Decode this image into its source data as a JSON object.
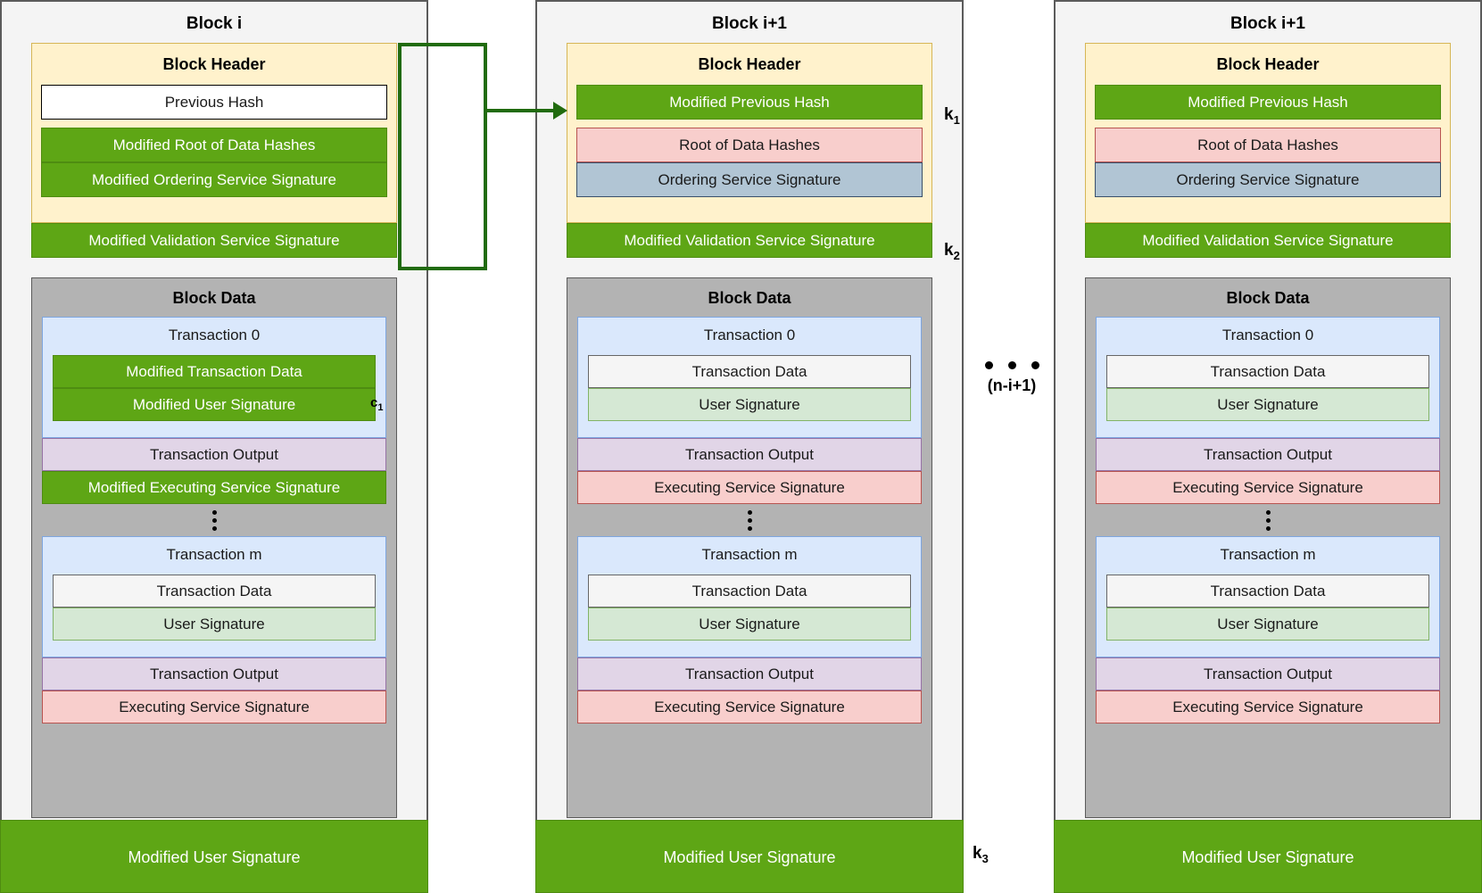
{
  "diagram": {
    "connector": {
      "name": "tamper-propagation-arrow",
      "color": "#216b0f"
    },
    "annotations": {
      "k1": "k₁",
      "k2": "k₂",
      "k3": "k₃",
      "c1": "c₁",
      "repeat_count": "(n-i+1)"
    },
    "colors": {
      "modified": "#5ea615",
      "header_bg": "#fff2cc",
      "data_bg": "#b3b3b3",
      "transaction_bg": "#dae8fc",
      "root_hash": "#f8cecc",
      "ordering_sig": "#b1c5d4",
      "user_sig": "#d5e8d4",
      "tx_output": "#e1d5e7",
      "tx_data": "#f5f5f5",
      "block_bg": "#f4f4f4"
    }
  },
  "blocks": [
    {
      "title": "Block i",
      "header": {
        "label": "Block Header",
        "rows": [
          {
            "text": "Previous Hash",
            "style": "white"
          },
          {
            "text": "Modified Root of Data Hashes",
            "style": "green"
          },
          {
            "text": "Modified Ordering Service Signature",
            "style": "green"
          }
        ]
      },
      "validation_signature": "Modified Validation Service Signature",
      "data": {
        "label": "Block Data",
        "transactions": [
          {
            "title": "Transaction 0",
            "rows": [
              {
                "text": "Modified Transaction Data",
                "style": "green"
              },
              {
                "text": "Modified User Signature",
                "style": "green"
              }
            ],
            "output": "Transaction Output",
            "executing_signature": "Modified Executing Service Signature",
            "executing_style": "green"
          },
          {
            "title": "Transaction m",
            "rows": [
              {
                "text": "Transaction Data",
                "style": "gray"
              },
              {
                "text": "User Signature",
                "style": "lightgreen"
              }
            ],
            "output": "Transaction Output",
            "executing_signature": "Executing Service Signature",
            "executing_style": "pink"
          }
        ]
      },
      "user_signature": "Modified User Signature"
    },
    {
      "title": "Block i+1",
      "header": {
        "label": "Block Header",
        "rows": [
          {
            "text": "Modified Previous Hash",
            "style": "green"
          },
          {
            "text": "Root of Data Hashes",
            "style": "pink"
          },
          {
            "text": "Ordering Service Signature",
            "style": "bluegray"
          }
        ]
      },
      "validation_signature": "Modified Validation Service Signature",
      "data": {
        "label": "Block Data",
        "transactions": [
          {
            "title": "Transaction 0",
            "rows": [
              {
                "text": "Transaction Data",
                "style": "gray"
              },
              {
                "text": "User Signature",
                "style": "lightgreen"
              }
            ],
            "output": "Transaction Output",
            "executing_signature": "Executing Service Signature",
            "executing_style": "pink"
          },
          {
            "title": "Transaction m",
            "rows": [
              {
                "text": "Transaction Data",
                "style": "gray"
              },
              {
                "text": "User Signature",
                "style": "lightgreen"
              }
            ],
            "output": "Transaction Output",
            "executing_signature": "Executing Service Signature",
            "executing_style": "pink"
          }
        ]
      },
      "user_signature": "Modified User Signature"
    },
    {
      "title": "Block i+1",
      "header": {
        "label": "Block Header",
        "rows": [
          {
            "text": "Modified Previous Hash",
            "style": "green"
          },
          {
            "text": "Root of Data Hashes",
            "style": "pink"
          },
          {
            "text": "Ordering Service Signature",
            "style": "bluegray"
          }
        ]
      },
      "validation_signature": "Modified Validation Service Signature",
      "data": {
        "label": "Block Data",
        "transactions": [
          {
            "title": "Transaction 0",
            "rows": [
              {
                "text": "Transaction Data",
                "style": "gray"
              },
              {
                "text": "User Signature",
                "style": "lightgreen"
              }
            ],
            "output": "Transaction Output",
            "executing_signature": "Executing Service Signature",
            "executing_style": "pink"
          },
          {
            "title": "Transaction m",
            "rows": [
              {
                "text": "Transaction Data",
                "style": "gray"
              },
              {
                "text": "User Signature",
                "style": "lightgreen"
              }
            ],
            "output": "Transaction Output",
            "executing_signature": "Executing Service Signature",
            "executing_style": "pink"
          }
        ]
      },
      "user_signature": "Modified User Signature"
    }
  ]
}
